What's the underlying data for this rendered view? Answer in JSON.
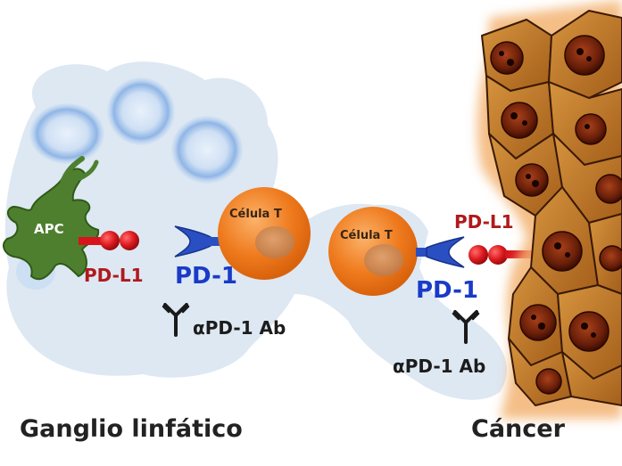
{
  "labels": {
    "apc": "APC",
    "t_cell_left": "Célula T",
    "t_cell_right": "Célula T",
    "pdl1_left": "PD-L1",
    "pdl1_right": "PD-L1",
    "pd1_left": "PD-1",
    "pd1_right": "PD-1",
    "antibody_left": "αPD-1 Ab",
    "antibody_right": "αPD-1 Ab",
    "region_left": "Ganglio linfático",
    "region_right": "Cáncer"
  },
  "colors": {
    "lymph_node_fill": "#dde8f3",
    "apc_green": "#4e7f2e",
    "t_cell_orange": "#ee7a1c",
    "pdl1_red": "#d8131c",
    "pd1_blue": "#2a4fc2",
    "cancer_brown": "#b46f22",
    "nucleus_dark": "#5a1a08"
  }
}
